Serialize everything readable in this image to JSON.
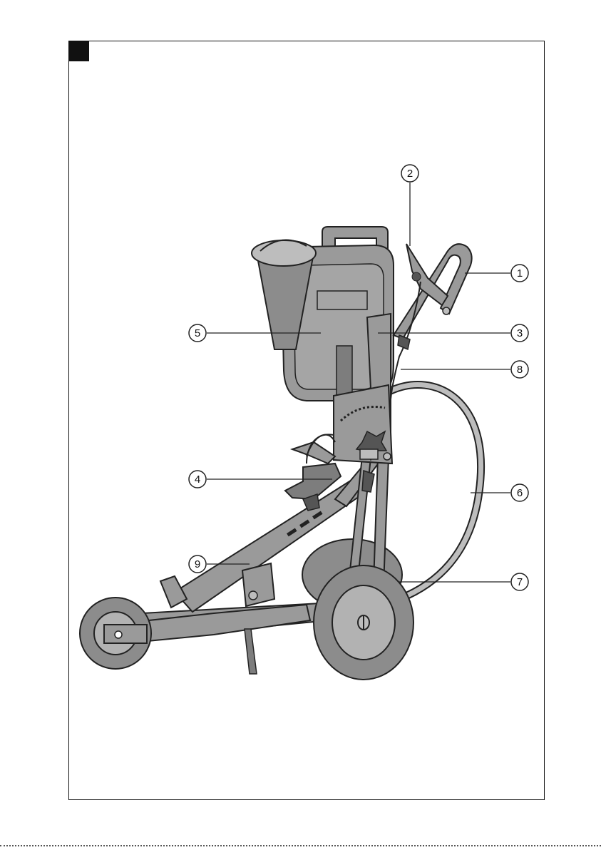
{
  "figure": {
    "colors": {
      "body_fill": "#9a9a9a",
      "body_dark": "#7d7d7d",
      "light_fill": "#bdbdbd",
      "outline": "#222222",
      "tire": "#8c8c8c",
      "hub": "#b2b2b2"
    },
    "callouts": [
      {
        "number": "1",
        "target": "handle"
      },
      {
        "number": "2",
        "target": "trigger-lever"
      },
      {
        "number": "3",
        "target": "mounting-bracket"
      },
      {
        "number": "4",
        "target": "spray-gun-holder"
      },
      {
        "number": "5",
        "target": "paint-container"
      },
      {
        "number": "6",
        "target": "hose"
      },
      {
        "number": "7",
        "target": "rear-wheel"
      },
      {
        "number": "8",
        "target": "cable"
      },
      {
        "number": "9",
        "target": "frame"
      }
    ]
  }
}
